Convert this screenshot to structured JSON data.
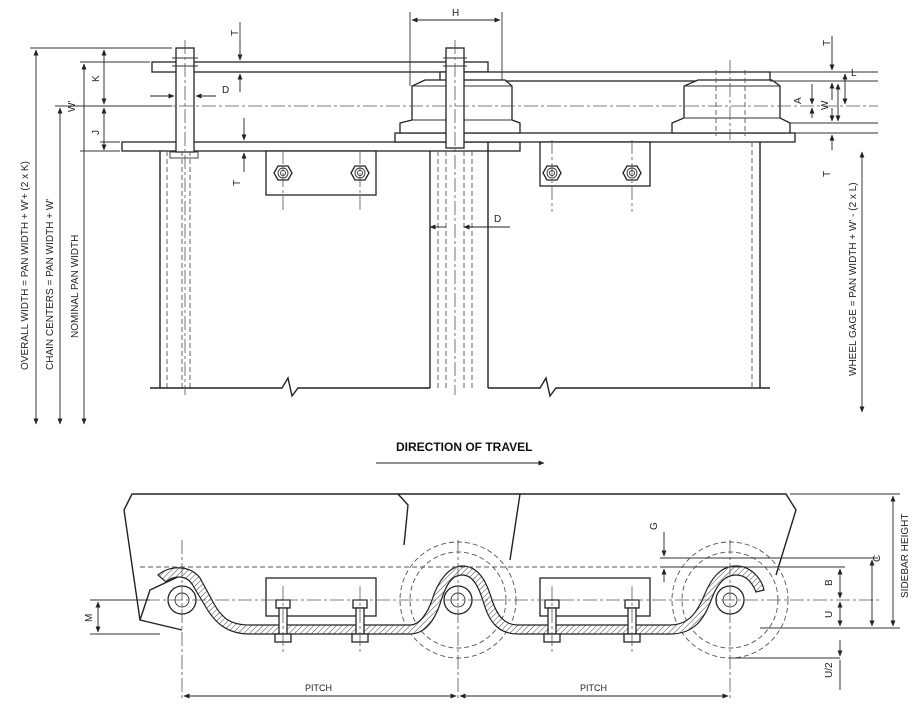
{
  "top_view": {
    "dim_h": "H",
    "dim_t_top": "T",
    "dim_t_left_lower": "T",
    "dim_t_right_upper": "T",
    "dim_t_right_lower": "T",
    "dim_k": "K",
    "dim_w1": "W'",
    "dim_j": "J",
    "dim_d_upper": "D",
    "dim_d_lower": "D",
    "dim_l": "L",
    "dim_a": "A",
    "dim_w": "W",
    "overall_width": "OVERALL WIDTH = PAN WIDTH + W'+ (2 x K)",
    "chain_centers": "CHAIN CENTERS = PAN WIDTH + W'",
    "nominal_pan_width": "NOMINAL PAN WIDTH",
    "wheel_gage": "WHEEL GAGE = PAN WIDTH + W' - (2 x L)"
  },
  "direction_label": "DIRECTION OF TRAVEL",
  "side_view": {
    "dim_g": "G",
    "dim_b": "B",
    "dim_c": "C",
    "dim_u": "U",
    "dim_u2": "U/2",
    "dim_m": "M",
    "sidebar_height": "SIDEBAR HEIGHT",
    "pitch_left": "PITCH",
    "pitch_right": "PITCH"
  }
}
